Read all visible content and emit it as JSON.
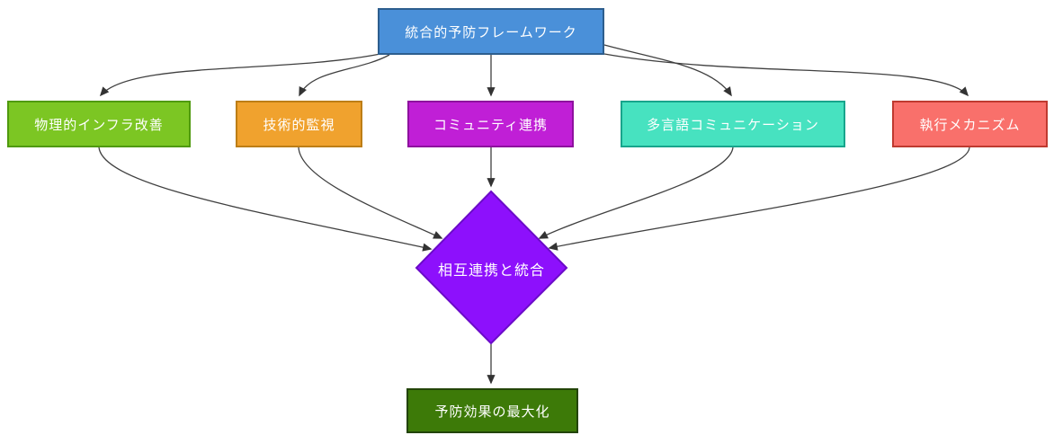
{
  "diagram": {
    "type": "flowchart",
    "background_color": "#ffffff",
    "edge_color": "#404040",
    "arrowhead_color": "#333333",
    "nodes": [
      {
        "id": "framework",
        "label": "統合的予防フレームワーク",
        "shape": "box",
        "fill": "#4a90d9",
        "border": "#2d5e8e",
        "text_color": "#ffffff"
      },
      {
        "id": "infrastructure",
        "label": "物理的インフラ改善",
        "shape": "box",
        "fill": "#7cc623",
        "border": "#4f9a0d",
        "text_color": "#ffffff"
      },
      {
        "id": "monitoring",
        "label": "技術的監視",
        "shape": "box",
        "fill": "#f0a22e",
        "border": "#bd7e16",
        "text_color": "#ffffff"
      },
      {
        "id": "community",
        "label": "コミュニティ連携",
        "shape": "box",
        "fill": "#c01fd6",
        "border": "#8e119e",
        "text_color": "#ffffff"
      },
      {
        "id": "multilingual",
        "label": "多言語コミュニケーション",
        "shape": "box",
        "fill": "#47e2c0",
        "border": "#17a58c",
        "text_color": "#ffffff"
      },
      {
        "id": "enforcement",
        "label": "執行メカニズム",
        "shape": "box",
        "fill": "#f9706b",
        "border": "#bf3a30",
        "text_color": "#ffffff"
      },
      {
        "id": "integration",
        "label": "相互連携と統合",
        "shape": "diamond",
        "fill": "#8d10fc",
        "border": "#6b0bc8",
        "text_color": "#ffffff"
      },
      {
        "id": "maximization",
        "label": "予防効果の最大化",
        "shape": "box",
        "fill": "#3d7a08",
        "border": "#234409",
        "text_color": "#ffffff"
      }
    ],
    "edges": [
      {
        "from": "framework",
        "to": "infrastructure"
      },
      {
        "from": "framework",
        "to": "monitoring"
      },
      {
        "from": "framework",
        "to": "community"
      },
      {
        "from": "framework",
        "to": "multilingual"
      },
      {
        "from": "framework",
        "to": "enforcement"
      },
      {
        "from": "infrastructure",
        "to": "integration"
      },
      {
        "from": "monitoring",
        "to": "integration"
      },
      {
        "from": "community",
        "to": "integration"
      },
      {
        "from": "multilingual",
        "to": "integration"
      },
      {
        "from": "enforcement",
        "to": "integration"
      },
      {
        "from": "integration",
        "to": "maximization"
      }
    ]
  }
}
